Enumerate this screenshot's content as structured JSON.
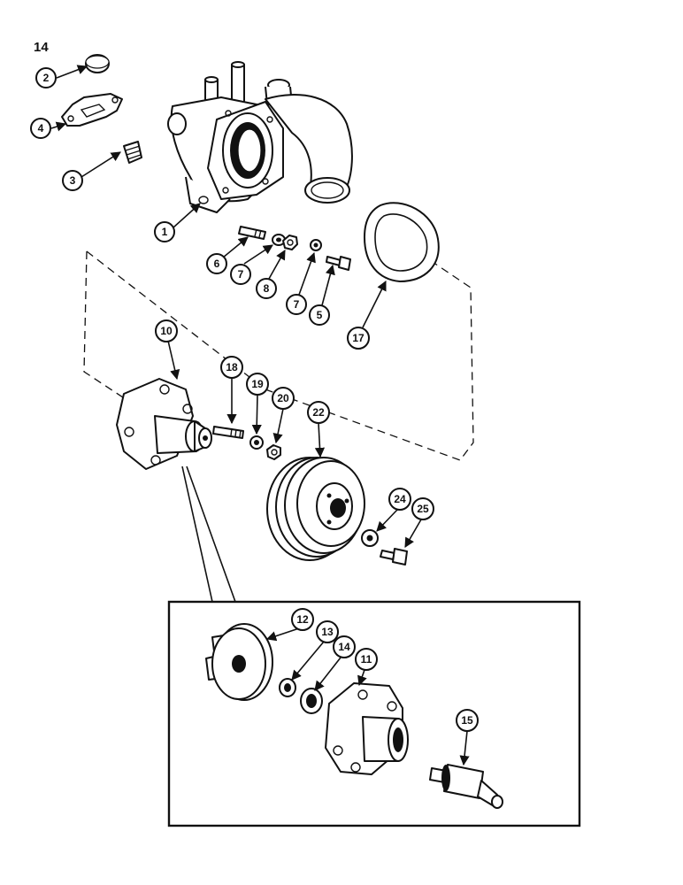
{
  "page_number": "14",
  "callouts": {
    "c1": "1",
    "c2": "2",
    "c3": "3",
    "c4": "4",
    "c5": "5",
    "c6": "6",
    "c7a": "7",
    "c7b": "7",
    "c8": "8",
    "c10": "10",
    "c11": "11",
    "c12": "12",
    "c13": "13",
    "c14": "14",
    "c15": "15",
    "c17": "17",
    "c18": "18",
    "c19": "19",
    "c20": "20",
    "c22": "22",
    "c24": "24",
    "c25": "25"
  }
}
